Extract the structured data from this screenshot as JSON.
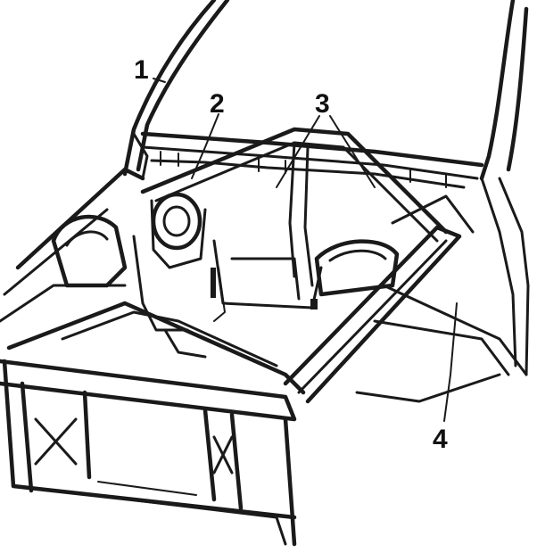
{
  "diagram": {
    "callouts": [
      {
        "id": "1",
        "label": "1"
      },
      {
        "id": "2",
        "label": "2"
      },
      {
        "id": "3",
        "label": "3"
      },
      {
        "id": "4",
        "label": "4"
      }
    ],
    "colors": {
      "ink": "#1a1a1a",
      "background": "#ffffff"
    }
  }
}
